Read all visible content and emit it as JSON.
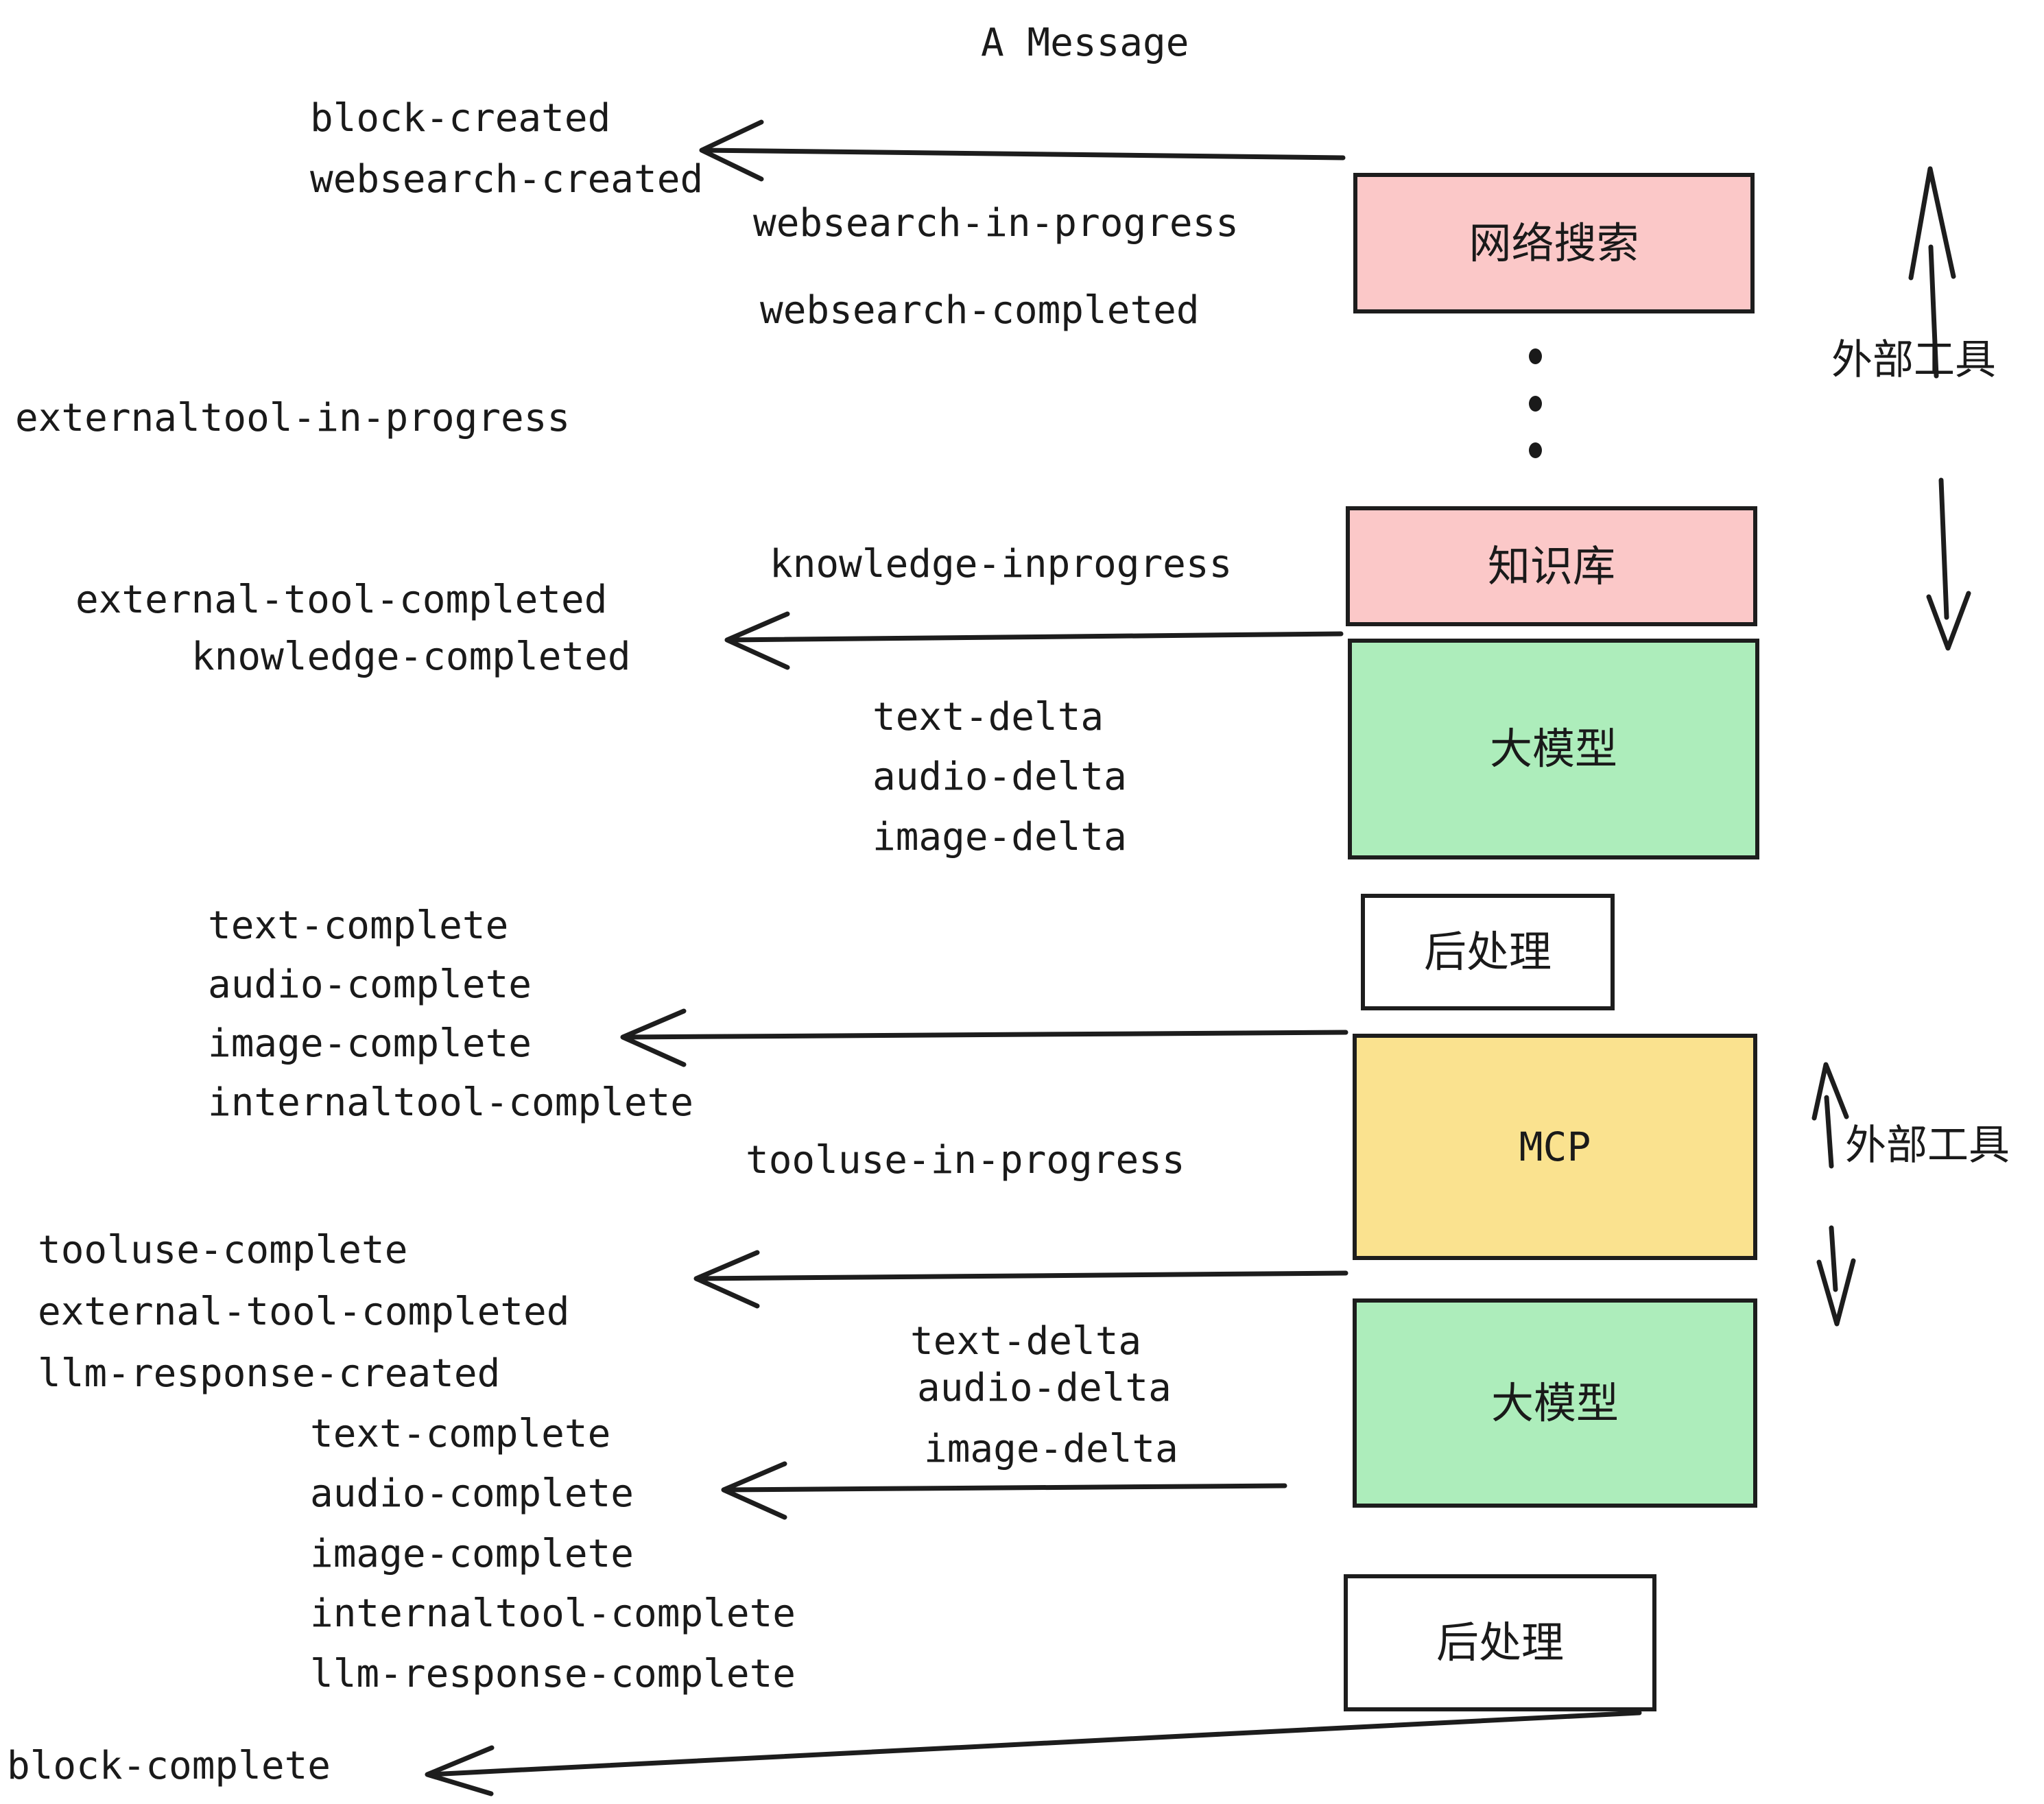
{
  "title": "A Message",
  "colors": {
    "pink": "#FBC8C8",
    "green": "#ADEDBB",
    "yellow": "#FAE28F",
    "white": "#FFFFFF",
    "stroke": "#1D1D1D",
    "text": "#1A1A1A"
  },
  "boxes": [
    {
      "id": "websearch",
      "label": "网络搜索",
      "fill": "#FBC8C8"
    },
    {
      "id": "knowledge",
      "label": "知识库",
      "fill": "#FBC8C8"
    },
    {
      "id": "llm-top",
      "label": "大模型",
      "fill": "#ADEDBB"
    },
    {
      "id": "postprocess-top",
      "label": "后处理",
      "fill": "#FFFFFF"
    },
    {
      "id": "mcp",
      "label": "MCP",
      "fill": "#FAE28F"
    },
    {
      "id": "llm-bottom",
      "label": "大模型",
      "fill": "#ADEDBB"
    },
    {
      "id": "postprocess-bottom",
      "label": "后处理",
      "fill": "#FFFFFF"
    }
  ],
  "side_labels": [
    {
      "id": "external-tool-top",
      "label": "外部工具"
    },
    {
      "id": "external-tool-bottom",
      "label": "外部工具"
    }
  ],
  "events": [
    {
      "id": "block-created",
      "text": "block-created"
    },
    {
      "id": "websearch-created",
      "text": "websearch-created"
    },
    {
      "id": "websearch-in-progress",
      "text": "websearch-in-progress"
    },
    {
      "id": "websearch-completed",
      "text": "websearch-completed"
    },
    {
      "id": "externaltool-in-progress",
      "text": "externaltool-in-progress"
    },
    {
      "id": "knowledge-inprogress",
      "text": "knowledge-inprogress"
    },
    {
      "id": "external-tool-completed-1",
      "text": "external-tool-completed"
    },
    {
      "id": "knowledge-completed",
      "text": "knowledge-completed"
    },
    {
      "id": "text-delta-1",
      "text": "text-delta"
    },
    {
      "id": "audio-delta-1",
      "text": "audio-delta"
    },
    {
      "id": "image-delta-1",
      "text": "image-delta"
    },
    {
      "id": "text-complete-1",
      "text": "text-complete"
    },
    {
      "id": "audio-complete-1",
      "text": "audio-complete"
    },
    {
      "id": "image-complete-1",
      "text": "image-complete"
    },
    {
      "id": "internaltool-complete-1",
      "text": "internaltool-complete"
    },
    {
      "id": "tooluse-in-progress",
      "text": "tooluse-in-progress"
    },
    {
      "id": "tooluse-complete",
      "text": "tooluse-complete"
    },
    {
      "id": "external-tool-completed-2",
      "text": "external-tool-completed"
    },
    {
      "id": "llm-response-created",
      "text": "llm-response-created"
    },
    {
      "id": "text-delta-2",
      "text": "text-delta"
    },
    {
      "id": "audio-delta-2",
      "text": "audio-delta"
    },
    {
      "id": "image-delta-2",
      "text": "image-delta"
    },
    {
      "id": "text-complete-2",
      "text": "text-complete"
    },
    {
      "id": "audio-complete-2",
      "text": "audio-complete"
    },
    {
      "id": "image-complete-2",
      "text": "image-complete"
    },
    {
      "id": "internaltool-complete-2",
      "text": "internaltool-complete"
    },
    {
      "id": "llm-response-complete",
      "text": "llm-response-complete"
    },
    {
      "id": "block-complete",
      "text": "block-complete"
    }
  ]
}
